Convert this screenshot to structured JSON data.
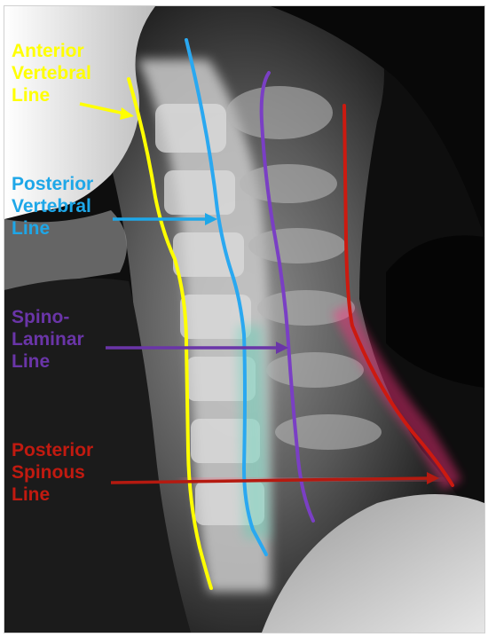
{
  "labels": {
    "anterior": {
      "lines": [
        "Anterior",
        "Vertebral",
        "Line"
      ],
      "color": "#ffff00"
    },
    "posterior": {
      "lines": [
        "Posterior",
        "Vertebral",
        "Line"
      ],
      "color": "#1ea7e8"
    },
    "spino": {
      "lines": [
        "Spino-",
        "Laminar",
        "Line"
      ],
      "color": "#6a35a8"
    },
    "spinous": {
      "lines": [
        "Posterior",
        "Spinous",
        "Line"
      ],
      "color": "#c11a10"
    }
  },
  "colors": {
    "anterior_line": "#ffff00",
    "posterior_line": "#2aa8f0",
    "spinolaminar_line": "#7a3fc4",
    "spinous_line": "#cc1a10"
  }
}
